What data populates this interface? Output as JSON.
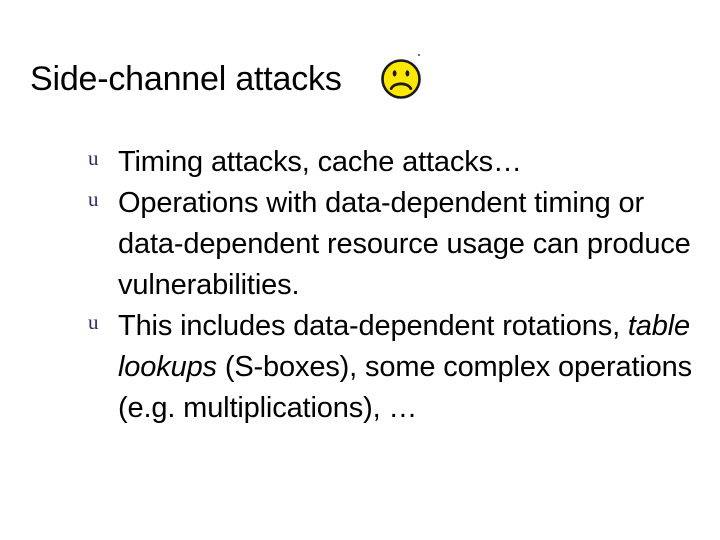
{
  "slide": {
    "title": "Side-channel attacks",
    "background_color": "#ffffff",
    "title_color": "#000000",
    "bullet_color": "#2d2b6b",
    "emoticon": {
      "name": "sad-face-emoticon",
      "face_color": "#ffe800",
      "outline_color": "#1a1a1a"
    },
    "bullets": [
      {
        "marker": "u",
        "text": "Timing attacks, cache attacks…"
      },
      {
        "marker": "u",
        "text": "Operations with data-dependent timing or data-dependent resource usage can produce vulnerabilities."
      },
      {
        "marker": "u",
        "lead": "This includes data-dependent rotations, ",
        "italic": "table lookups",
        "tail": " (S-boxes), some complex operations (e.g. multiplications), …"
      }
    ]
  }
}
